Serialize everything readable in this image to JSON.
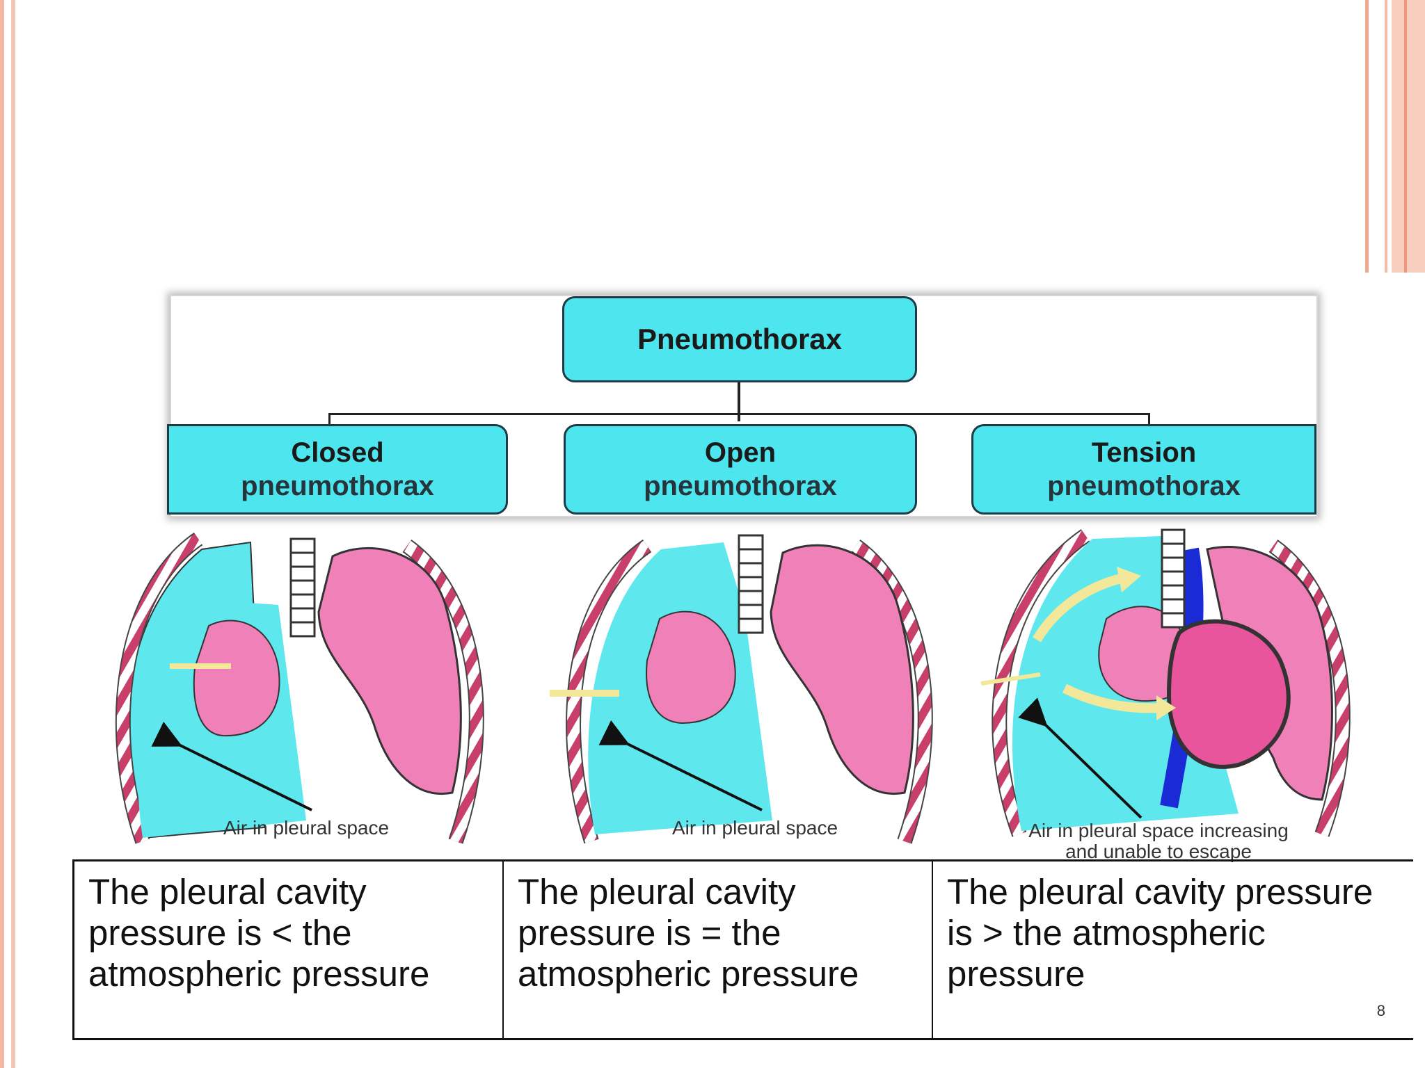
{
  "diagram": {
    "root": "Pneumothorax",
    "types": [
      {
        "line1": "Closed",
        "line2": "pneumothorax"
      },
      {
        "line1": "Open",
        "line2": "pneumothorax"
      },
      {
        "line1": "Tension",
        "line2": "pneumothorax"
      }
    ],
    "captions": [
      {
        "line1": "Air in pleural space",
        "line2": ""
      },
      {
        "line1": "Air in pleural space",
        "line2": ""
      },
      {
        "line1": "Air in pleural space increasing",
        "line2": "and unable to escape"
      }
    ]
  },
  "table": {
    "cells": [
      "The pleural cavity pressure is < the atmospheric pressure",
      "The pleural cavity pressure is = the atmospheric pressure",
      "The pleural cavity pressure is > the atmospheric pressure"
    ]
  },
  "slide_number": "8",
  "colors": {
    "air_space": "#5ee8ee",
    "lung": "#f080b8",
    "box_fill": "#4ee6ee",
    "border_accent": "#f3a78e",
    "vein": "#1a2bd6"
  }
}
